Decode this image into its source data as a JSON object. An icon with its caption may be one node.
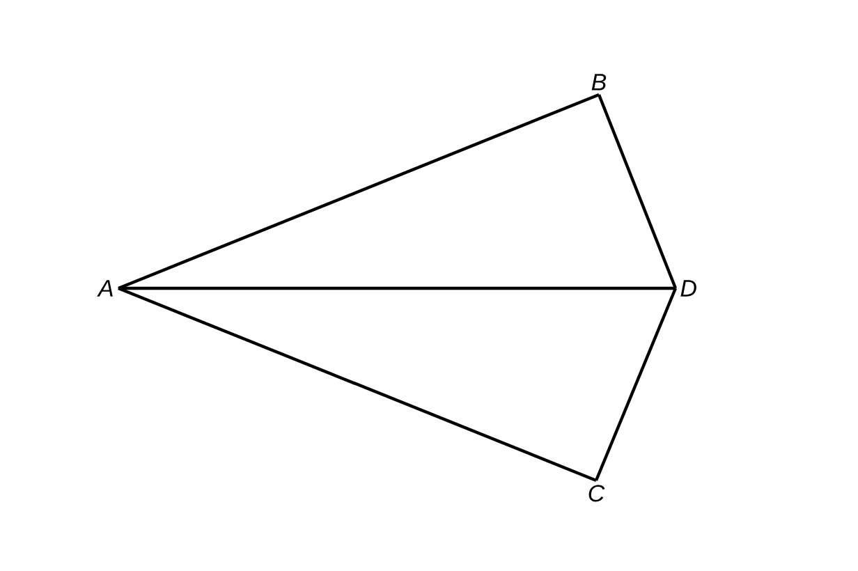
{
  "diagram": {
    "nodes": [
      {
        "text": [
          "A"
        ]
      },
      {
        "text": [
          "B"
        ]
      },
      {
        "text": [
          "C"
        ]
      },
      {
        "text": [
          "D"
        ]
      }
    ],
    "edges": [
      {
        "from": 0,
        "to": 1,
        "arrow": "none"
      },
      {
        "from": 0,
        "to": 3,
        "arrow": "none"
      },
      {
        "from": 0,
        "to": 2,
        "arrow": "none"
      },
      {
        "from": 1,
        "to": 3,
        "arrow": "none"
      },
      {
        "from": 2,
        "to": 3,
        "arrow": "none"
      }
    ]
  }
}
